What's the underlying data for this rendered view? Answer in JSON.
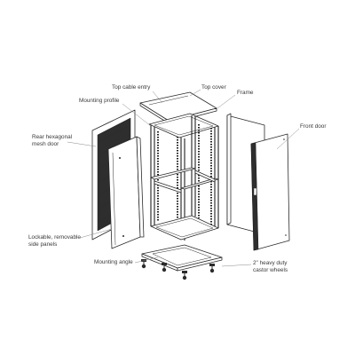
{
  "labels": {
    "top_cable_entry": "Top cable entry",
    "top_cover": "Top cover",
    "mounting_profile": "Mounting profile",
    "frame": "Frame",
    "front_door": "Front door",
    "rear_mesh_door_line1": "Rear hexagonal",
    "rear_mesh_door_line2": "mesh door",
    "side_panels_line1": "Lockable, removable",
    "side_panels_line2": "side panels",
    "mounting_angle": "Mounting angle",
    "castor_wheels_line1": "2\" heavy duty",
    "castor_wheels_line2": "castor wheels"
  },
  "colors": {
    "line": "#2b2b2b",
    "mesh": "#2e2e2e",
    "text": "#3a3a3a",
    "leader": "#8a8a8a"
  }
}
